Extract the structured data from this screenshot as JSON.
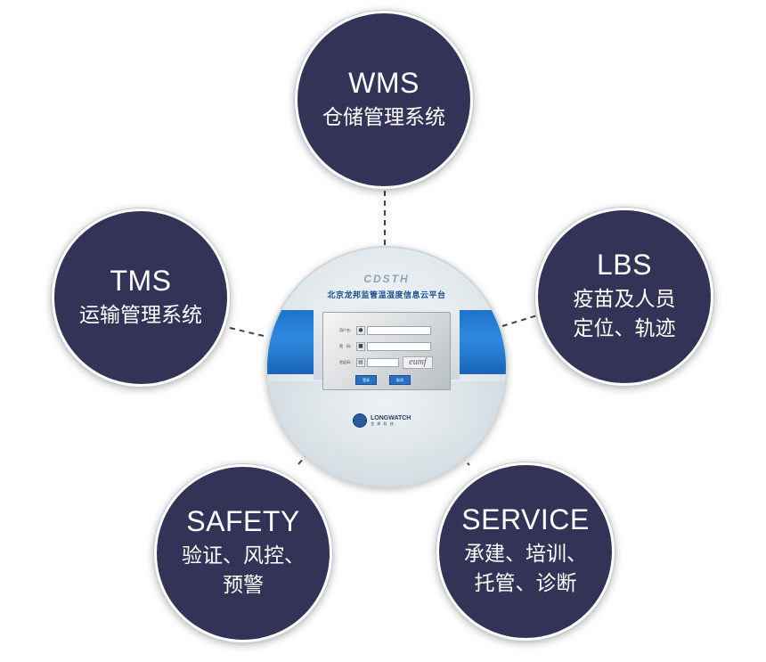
{
  "nodes": {
    "wms": {
      "title": "WMS",
      "sub": "仓储管理系统"
    },
    "tms": {
      "title": "TMS",
      "sub": "运输管理系统"
    },
    "lbs": {
      "title": "LBS",
      "sub": "疫苗及人员\n定位、轨迹"
    },
    "safety": {
      "title": "SAFETY",
      "sub": "验证、风控、\n预警"
    },
    "service": {
      "title": "SERVICE",
      "sub": "承建、培训、\n托管、诊断"
    }
  },
  "center": {
    "logo": "CDSTH",
    "platform_title": "北京龙邦监管温湿度信息云平台",
    "username_label": "用户名：",
    "password_label": "密　码：",
    "captcha_label": "验证码：",
    "captcha_text": "eumf",
    "login_button": "登录",
    "cancel_button": "取消",
    "brand_name": "LONGWATCH",
    "brand_sub": "龙 邦 科 技"
  },
  "colors": {
    "node_fill": "#333357",
    "node_border": "#ffffff",
    "connector": "#444444",
    "accent_blue": "#1f72c9"
  }
}
